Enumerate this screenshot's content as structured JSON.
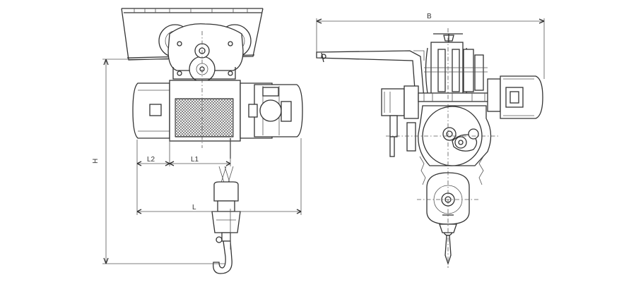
{
  "labels": {
    "B": "B",
    "H": "H",
    "L": "L",
    "L1": "L1",
    "L2": "L2"
  },
  "colors": {
    "line": "#333333",
    "background": "#ffffff"
  }
}
